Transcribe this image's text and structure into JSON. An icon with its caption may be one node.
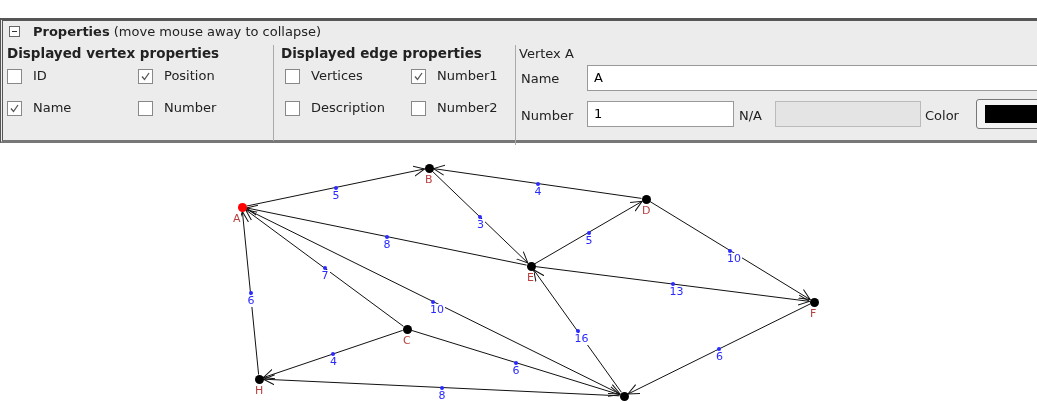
{
  "diagram": {
    "nodes": [
      {
        "text": [],
        "shape": "circle",
        "beside": [
          "A"
        ]
      },
      {
        "text": [],
        "shape": "circle",
        "beside": [
          "B"
        ]
      },
      {
        "text": [],
        "shape": "circle",
        "beside": [
          "C"
        ]
      },
      {
        "text": [],
        "shape": "circle",
        "beside": [
          "D"
        ]
      },
      {
        "text": [],
        "shape": "circle",
        "beside": [
          "E"
        ]
      },
      {
        "text": [],
        "shape": "circle",
        "beside": [
          "F"
        ]
      },
      {
        "text": [],
        "shape": "circle"
      },
      {
        "text": [],
        "shape": "circle",
        "beside": [
          "H"
        ]
      }
    ],
    "edges": [
      {
        "from": 0,
        "to": 1,
        "arrow": "to",
        "label": "5"
      },
      {
        "from": 3,
        "to": 1,
        "arrow": "to",
        "label": "4"
      },
      {
        "from": 1,
        "to": 4,
        "arrow": "to",
        "label": "3"
      },
      {
        "from": 4,
        "to": 0,
        "arrow": "to",
        "label": "8"
      },
      {
        "from": 4,
        "to": 3,
        "arrow": "to",
        "label": "5"
      },
      {
        "from": 3,
        "to": 5,
        "arrow": "to",
        "label": "10"
      },
      {
        "from": 4,
        "to": 5,
        "arrow": "to",
        "label": "13"
      },
      {
        "from": 2,
        "to": 0,
        "arrow": "to",
        "label": "7"
      },
      {
        "from": 0,
        "to": 6,
        "arrow": "to",
        "label": "10"
      },
      {
        "from": 2,
        "to": 6,
        "arrow": "to",
        "label": "6"
      },
      {
        "from": 6,
        "to": 4,
        "arrow": "to",
        "label": "16"
      },
      {
        "from": 5,
        "to": 6,
        "arrow": "to",
        "label": "6"
      },
      {
        "from": 2,
        "to": 7,
        "arrow": "to",
        "label": "4"
      },
      {
        "from": 6,
        "to": 7,
        "arrow": "to",
        "label": "8"
      },
      {
        "from": 7,
        "to": 0,
        "arrow": "to",
        "label": "6"
      }
    ],
    "labels": [
      "**Properties** (move mouse away to collapse)",
      "Displayed vertex properties",
      "ID",
      "Position",
      "Name",
      "Number",
      "Displayed edge properties",
      "Vertices",
      "Number1",
      "Description",
      "Number2",
      "Vertex A",
      "Name",
      "A",
      "Number",
      "1",
      "N/A",
      "Color"
    ]
  }
}
